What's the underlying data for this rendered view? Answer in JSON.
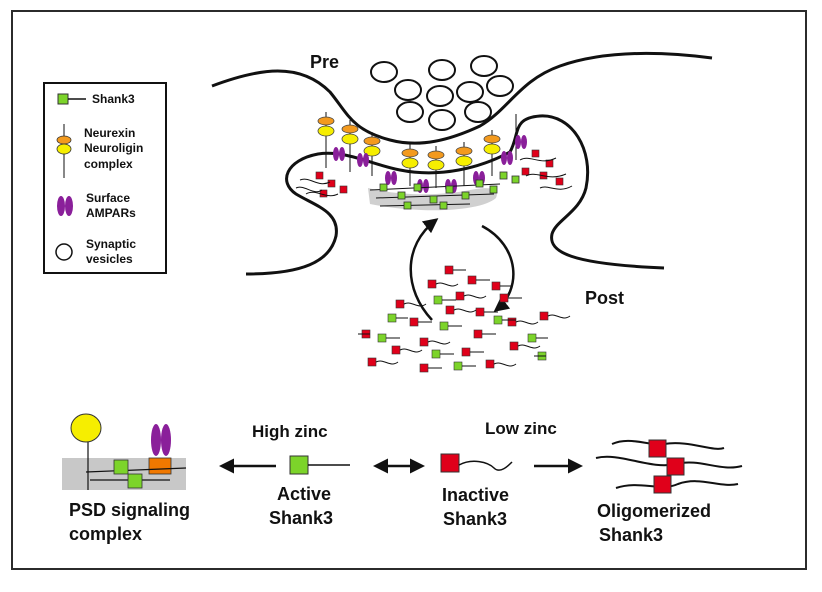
{
  "legend": {
    "shank3": "Shank3",
    "neurexin_line1": "Neurexin",
    "neurexin_line2": "Neuroligin",
    "neurexin_line3": "complex",
    "ampar_line1": "Surface",
    "ampar_line2": "AMPARs",
    "vesicle_line1": "Synaptic",
    "vesicle_line2": "vesicles"
  },
  "synapse": {
    "pre_label": "Pre",
    "post_label": "Post"
  },
  "pathway": {
    "high_zinc": "High zinc",
    "low_zinc": "Low zinc",
    "psd_line1": "PSD signaling",
    "psd_line2": "complex",
    "active_line1": "Active",
    "active_line2": "Shank3",
    "inactive_line1": "Inactive",
    "inactive_line2": "Shank3",
    "oligo_line1": "Oligomerized",
    "oligo_line2": "Shank3"
  },
  "colors": {
    "active_green": "#7cd42a",
    "inactive_red": "#e0001a",
    "neuroligin_yellow": "#f6ee00",
    "neurexin_orange": "#f39a1e",
    "ampar_purple": "#8a1f9a",
    "psd_gray": "#c8c8c8",
    "psd_orange": "#f07800"
  }
}
